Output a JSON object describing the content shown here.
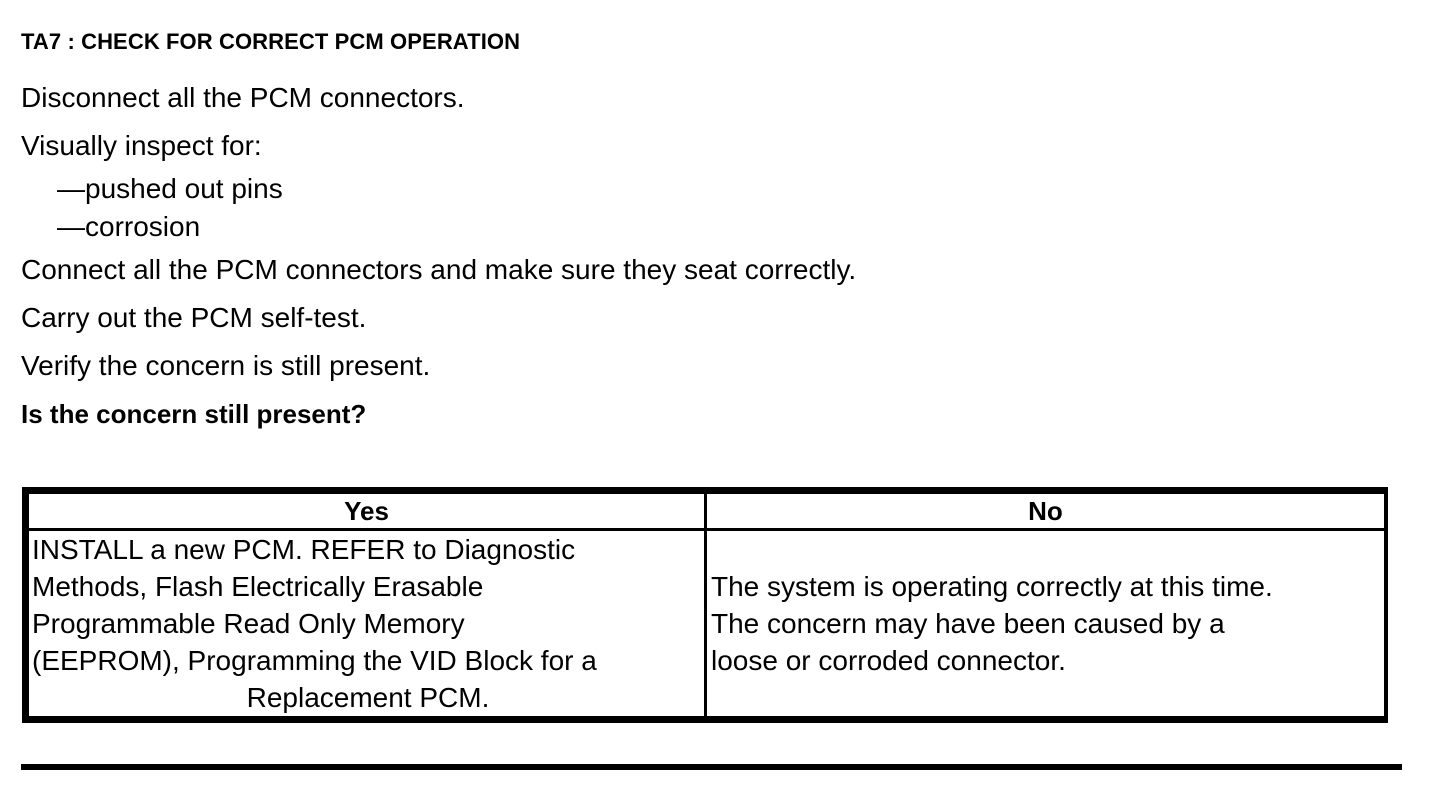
{
  "document": {
    "heading": "TA7 : CHECK FOR CORRECT PCM OPERATION",
    "instructions": [
      {
        "text": "Disconnect all the PCM connectors.",
        "style": "normal"
      },
      {
        "text": "Visually inspect for:",
        "style": "normal"
      },
      {
        "text": "—pushed out pins",
        "style": "bullet"
      },
      {
        "text": "—corrosion",
        "style": "bullet"
      },
      {
        "text": "Connect all the PCM connectors and make sure they seat correctly.",
        "style": "normal"
      },
      {
        "text": "Carry out the PCM self-test.",
        "style": "normal"
      },
      {
        "text": "Verify the concern is still present.",
        "style": "normal"
      },
      {
        "text": "Is the concern still present?",
        "style": "bold"
      }
    ],
    "decision_table": {
      "headers": [
        "Yes",
        "No"
      ],
      "yes_cell": {
        "lines": [
          {
            "text": "INSTALL a new PCM. REFER to Diagnostic",
            "align": "left"
          },
          {
            "text": "Methods, Flash Electrically Erasable",
            "align": "left"
          },
          {
            "text": "Programmable Read Only Memory",
            "align": "left"
          },
          {
            "text": "(EEPROM), Programming the VID Block for a",
            "align": "left"
          },
          {
            "text": "Replacement PCM.",
            "align": "center"
          }
        ]
      },
      "no_cell": {
        "lines": [
          {
            "text": "The system is operating correctly at this time.",
            "align": "left"
          },
          {
            "text": "The concern may have been caused by a",
            "align": "left"
          },
          {
            "text": "loose or corroded connector.",
            "align": "left"
          }
        ]
      }
    },
    "colors": {
      "text": "#000000",
      "background": "#ffffff",
      "rule": "#000000"
    }
  }
}
